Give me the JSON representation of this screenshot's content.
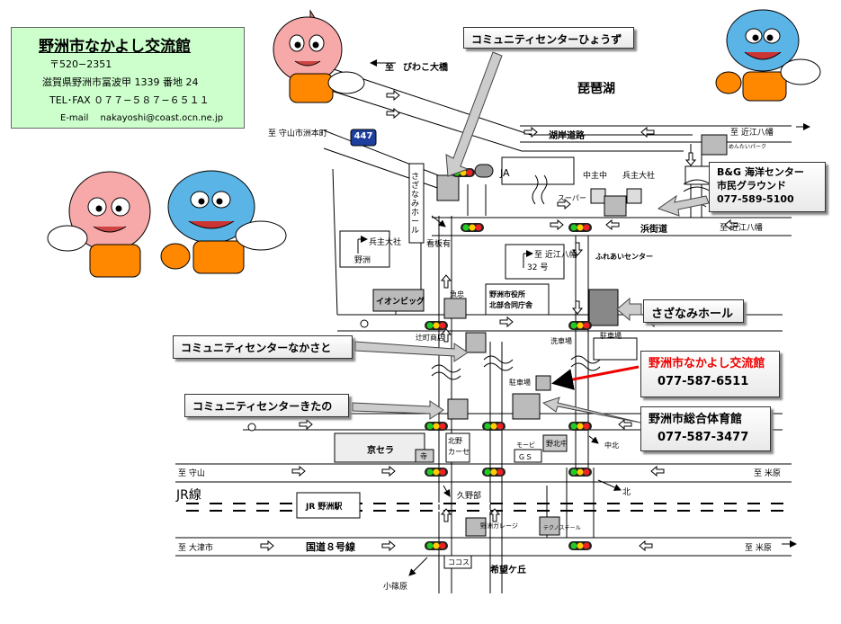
{
  "facility": {
    "name": "野洲市なかよし交流館",
    "postal": "〒520−2351",
    "address": "滋賀県野洲市冨波甲 1339 番地 24",
    "tel_fax": "TEL･FAX ０７７−５８７−６５１１",
    "email": "E-mail　 nakayoshi@coast.ocn.ne.jp"
  },
  "callouts": {
    "hyouzu": "コミュニティセンターひょうず",
    "bg_name": "B&G 海洋センター",
    "bg_sub": "市民グラウンド",
    "bg_tel": "077-589-5100",
    "sazanami": "さざなみホール",
    "nakasato": "コミュニティセンターなかさと",
    "kitano": "コミュニティセンターきたの",
    "target_name": "野洲市なかよし交流館",
    "target_tel": "077-587-6511",
    "gym_name": "野洲市総合体育館",
    "gym_tel": "077-587-3477"
  },
  "labels": {
    "biwako": "琵琶湖",
    "to_biwako_bridge": "至　びわこ大橋",
    "to_moriyama_suji": "至 守山市洲本町",
    "route447": "447",
    "to_omihachiman_1": "至 近江八幡",
    "to_omihachiman_2": "至 近江八幡",
    "to_omihachiman_3": "至 近江八幡",
    "kogan_road": "湖岸道路",
    "hamakaido": "浜街道",
    "ja": "JA",
    "naka_chu": "中主中",
    "hyozu_taisha_1": "兵主大社",
    "hyozu_taisha_2": "兵主大社",
    "supa": "スーパー",
    "menta": "めんたいパーク",
    "sazanami_hall_v": "さざなみホール",
    "kanban": "看板有",
    "yasu": "野洲",
    "no32": "32 号",
    "fureai": "ふれあいセンター",
    "aeon": "イオンビッグ",
    "uouo": "魚忠",
    "city_hall_1": "野洲市役所",
    "city_hall_2": "北部合同庁舎",
    "tsuji": "辻町商店",
    "senshajo": "洗車場",
    "chushajo_1": "駐車場",
    "chushajo_2": "駐車場",
    "kyocera": "京セラ",
    "tera": "寺",
    "kitano_karate": "北野 カーセ",
    "gs": "ＧＳ",
    "mobil": "モービ",
    "yasukita_chu_1": "野北中",
    "yasukita_chu_2": "中北",
    "to_moriyama": "至 守山",
    "to_maibara_1": "至 米原",
    "to_maibara_2": "至 米原",
    "jr_line": "JR線",
    "jr_yasu": "JR 野洲駅",
    "kita": "北",
    "kunobe": "久野部",
    "yasu_garage": "野洲ガレージ",
    "techno": "テクノステール",
    "to_otsu": "至 大津市",
    "route8": "国道８号線",
    "kokosu": "ココス",
    "kibogaoka": "希望ケ丘",
    "shinohara": "小篠原"
  }
}
